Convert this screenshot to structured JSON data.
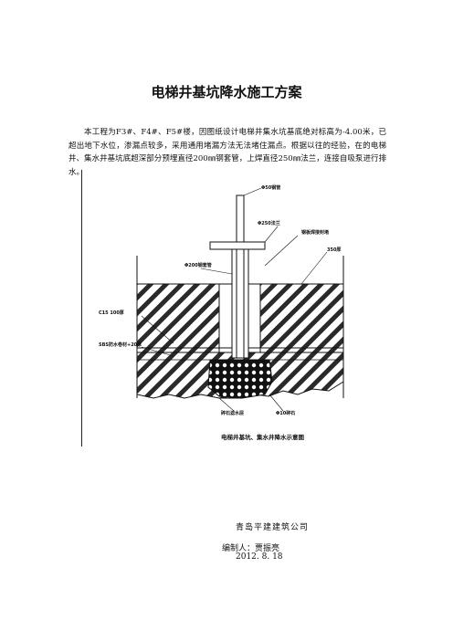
{
  "document": {
    "title": "电梯井基坑降水施工方案",
    "paragraph": "本工程为F3#、F4#、F5#楼，因图纸设计电梯井集水坑基底绝对标高为-4.00米，已超出地下水位，渗漏点较多，采用通用堵漏方法无法堵住漏点。根据以往的经验，在的电梯井、集水井基坑底超深部分预埋直径200㎜钢套管，上焊直径250㎜法兰，连接自吸泵进行排水。",
    "company": "青岛平建建筑公司",
    "editor": "编制人：贾振亮",
    "date": "2012. 8. 18"
  },
  "figure": {
    "caption": "电梯井基坑、集水井降水示意图",
    "labels": {
      "top_pipe": "Φ50钢管",
      "flange": "Φ250法兰",
      "steel_plate": "钢板焊接封堵",
      "slab": "350厚",
      "sleeve": "Φ200钢套管",
      "c15_layer": "C15 100厚",
      "sbs_layer": "SBS防水卷材+20厚",
      "gravel": "碎石滤水层",
      "stone": "Φ10碎石"
    }
  }
}
